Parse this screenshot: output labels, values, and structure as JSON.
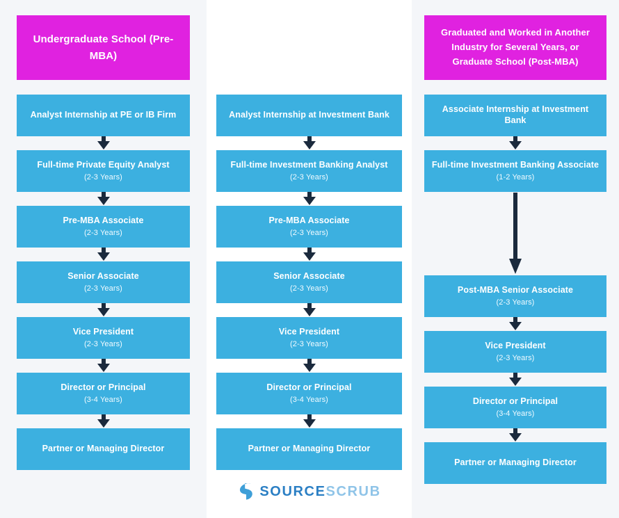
{
  "theme": {
    "page_background": "#f4f6f9",
    "center_stripe": "#ffffff",
    "header_color": "#e022e0",
    "step_color": "#3cb0e0",
    "arrow_color": "#1b2a3d",
    "step_text": "#ffffff"
  },
  "columns": [
    {
      "id": "pre-mba",
      "header": "Undergraduate School (Pre-MBA)",
      "header_multiline": false,
      "steps": [
        {
          "title": "Analyst Internship at PE or IB Firm",
          "years": "",
          "arrow_after": "short"
        },
        {
          "title": "Full-time Private Equity Analyst",
          "years": "(2-3 Years)",
          "arrow_after": "short"
        },
        {
          "title": "Pre-MBA Associate",
          "years": "(2-3 Years)",
          "arrow_after": "short"
        },
        {
          "title": "Senior Associate",
          "years": "(2-3 Years)",
          "arrow_after": "short"
        },
        {
          "title": "Vice President",
          "years": "(2-3 Years)",
          "arrow_after": "short"
        },
        {
          "title": "Director or Principal",
          "years": "(3-4 Years)",
          "arrow_after": "short"
        },
        {
          "title": "Partner or Managing Director",
          "years": "",
          "arrow_after": "none"
        }
      ]
    },
    {
      "id": "ib-analyst",
      "header": "",
      "header_multiline": false,
      "steps": [
        {
          "title": "Analyst Internship at Investment Bank",
          "years": "",
          "arrow_after": "short"
        },
        {
          "title": "Full-time Investment Banking Analyst",
          "years": "(2-3 Years)",
          "arrow_after": "short"
        },
        {
          "title": "Pre-MBA Associate",
          "years": "(2-3 Years)",
          "arrow_after": "short"
        },
        {
          "title": "Senior Associate",
          "years": "(2-3 Years)",
          "arrow_after": "short"
        },
        {
          "title": "Vice President",
          "years": "(2-3 Years)",
          "arrow_after": "short"
        },
        {
          "title": "Director or Principal",
          "years": "(3-4 Years)",
          "arrow_after": "short"
        },
        {
          "title": "Partner or Managing Director",
          "years": "",
          "arrow_after": "none"
        }
      ]
    },
    {
      "id": "post-mba",
      "header": "Graduated and Worked in Another Industry for Several Years, or Graduate School (Post-MBA)",
      "header_multiline": true,
      "steps": [
        {
          "title": "Associate Internship at Investment Bank",
          "years": "",
          "arrow_after": "short"
        },
        {
          "title": "Full-time Investment Banking Associate",
          "years": "(1-2 Years)",
          "arrow_after": "long"
        },
        {
          "title": "Post-MBA Senior Associate",
          "years": "(2-3 Years)",
          "arrow_after": "short"
        },
        {
          "title": "Vice President",
          "years": "(2-3 Years)",
          "arrow_after": "short"
        },
        {
          "title": "Director or Principal",
          "years": "(3-4 Years)",
          "arrow_after": "short"
        },
        {
          "title": "Partner or Managing Director",
          "years": "",
          "arrow_after": "none"
        }
      ]
    }
  ],
  "logo": {
    "mark": "sourcescrub-s-icon",
    "word_first": "SOURCE",
    "word_second": "SCRUB",
    "color_first": "#2b7fc4",
    "color_second": "#8fc4e8"
  }
}
